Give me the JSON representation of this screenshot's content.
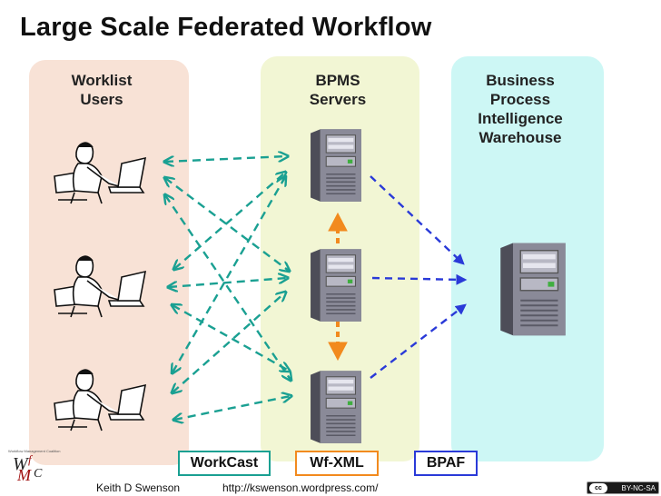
{
  "title": "Large Scale Federated Workflow",
  "columns": {
    "users": {
      "line1": "Worklist",
      "line2": "Users"
    },
    "bpms": {
      "line1": "BPMS",
      "line2": "Servers"
    },
    "bi": {
      "line1": "Business",
      "line2": "Process",
      "line3": "Intelligence",
      "line4": "Warehouse"
    }
  },
  "badges": {
    "workcast": "WorkCast",
    "wfxml": "Wf-XML",
    "bpaf": "BPAF"
  },
  "footer": {
    "author": "Keith D Swenson",
    "url": "http://kswenson.wordpress.com/"
  },
  "logo": {
    "caption": "Workflow Management Coalition",
    "l1": "W",
    "l2": "f",
    "l3": "M",
    "l4": "C"
  },
  "license": {
    "cc": "cc",
    "text": "BY-NC-SA"
  },
  "colors": {
    "workcast_arrows": "#1aa092",
    "wfxml_arrows": "#f28a1e",
    "bpaf_arrows": "#2a3ad8"
  },
  "icons": {
    "user": "person-at-laptop-icon",
    "server": "server-tower-icon"
  }
}
